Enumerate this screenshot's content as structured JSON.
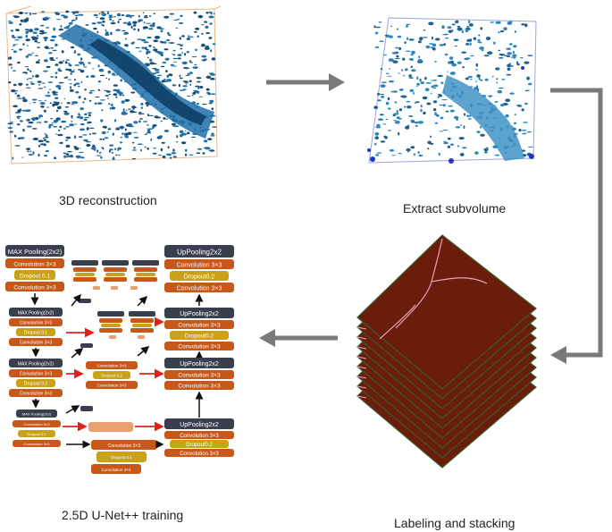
{
  "captions": {
    "reconstruction": "3D reconstruction",
    "subvolume": "Extract subvolume",
    "labeling": "Labeling and stacking",
    "training": "2.5D U-Net++ training"
  },
  "unet": {
    "encoder": [
      {
        "pool": "MAX Pooling(2x2)",
        "conv1": "Convolution 3×3",
        "dropout": "Dropout 0.1",
        "conv2": "Convolution 3×3"
      },
      {
        "pool": "MAX Pooling(2x2)",
        "conv1": "Convolution 3×3",
        "dropout": "Dropout 0.1",
        "conv2": "Convolution 3×3"
      },
      {
        "pool": "MAX Pooling(2x2)",
        "conv1": "Convolution 3×3",
        "dropout": "Dropout 0.2",
        "conv2": "Convolution 3×3"
      },
      {
        "pool": "MAX Pooling(2x2)",
        "conv1": "Convolution 3×3",
        "dropout": "Dropout 0.2",
        "conv2": "Convolution 3×3"
      }
    ],
    "decoder": [
      {
        "up": "UpPooling2x2",
        "conv1": "Convolution 3×3",
        "dropout": "Dropout0.2",
        "conv2": "Convolution 3×3"
      },
      {
        "up": "UpPooling2x2",
        "conv1": "Convolution 3×3",
        "dropout": "Dropout0.2",
        "conv2": "Convolution 3×3"
      },
      {
        "up": "UpPooling2x2",
        "conv1": "Convolution 3×3",
        "dropout": "",
        "conv2": "Convolution 3×3"
      },
      {
        "up": "UpPooling2x2",
        "conv1": "Convolution 3×3",
        "dropout": "Dropout0.2",
        "conv2": "Convolution 3×3"
      }
    ],
    "middle": {
      "row3_conv1": "Convolution 3×3",
      "row3_dropout": "Dropout 0.2",
      "row3_conv2": "Convolution 3×3",
      "bottom_conv": "Convolution 3×3",
      "bottom_dropout": "Dropout 0.1",
      "bottom_conv2": "Convolution 3×3"
    }
  },
  "colors": {
    "arrow_gray": "#7a7a7a",
    "volume_blue": "#1f6fa8",
    "slice_brown": "#6b1d0c",
    "slice_edge": "#3a5a2a",
    "crack_pink": "#e8a0c0",
    "dark_box": "#3a3f4d",
    "conv_orange": "#c8581a",
    "dropout_gold": "#c9a21a",
    "skip_red": "#e0201a"
  }
}
